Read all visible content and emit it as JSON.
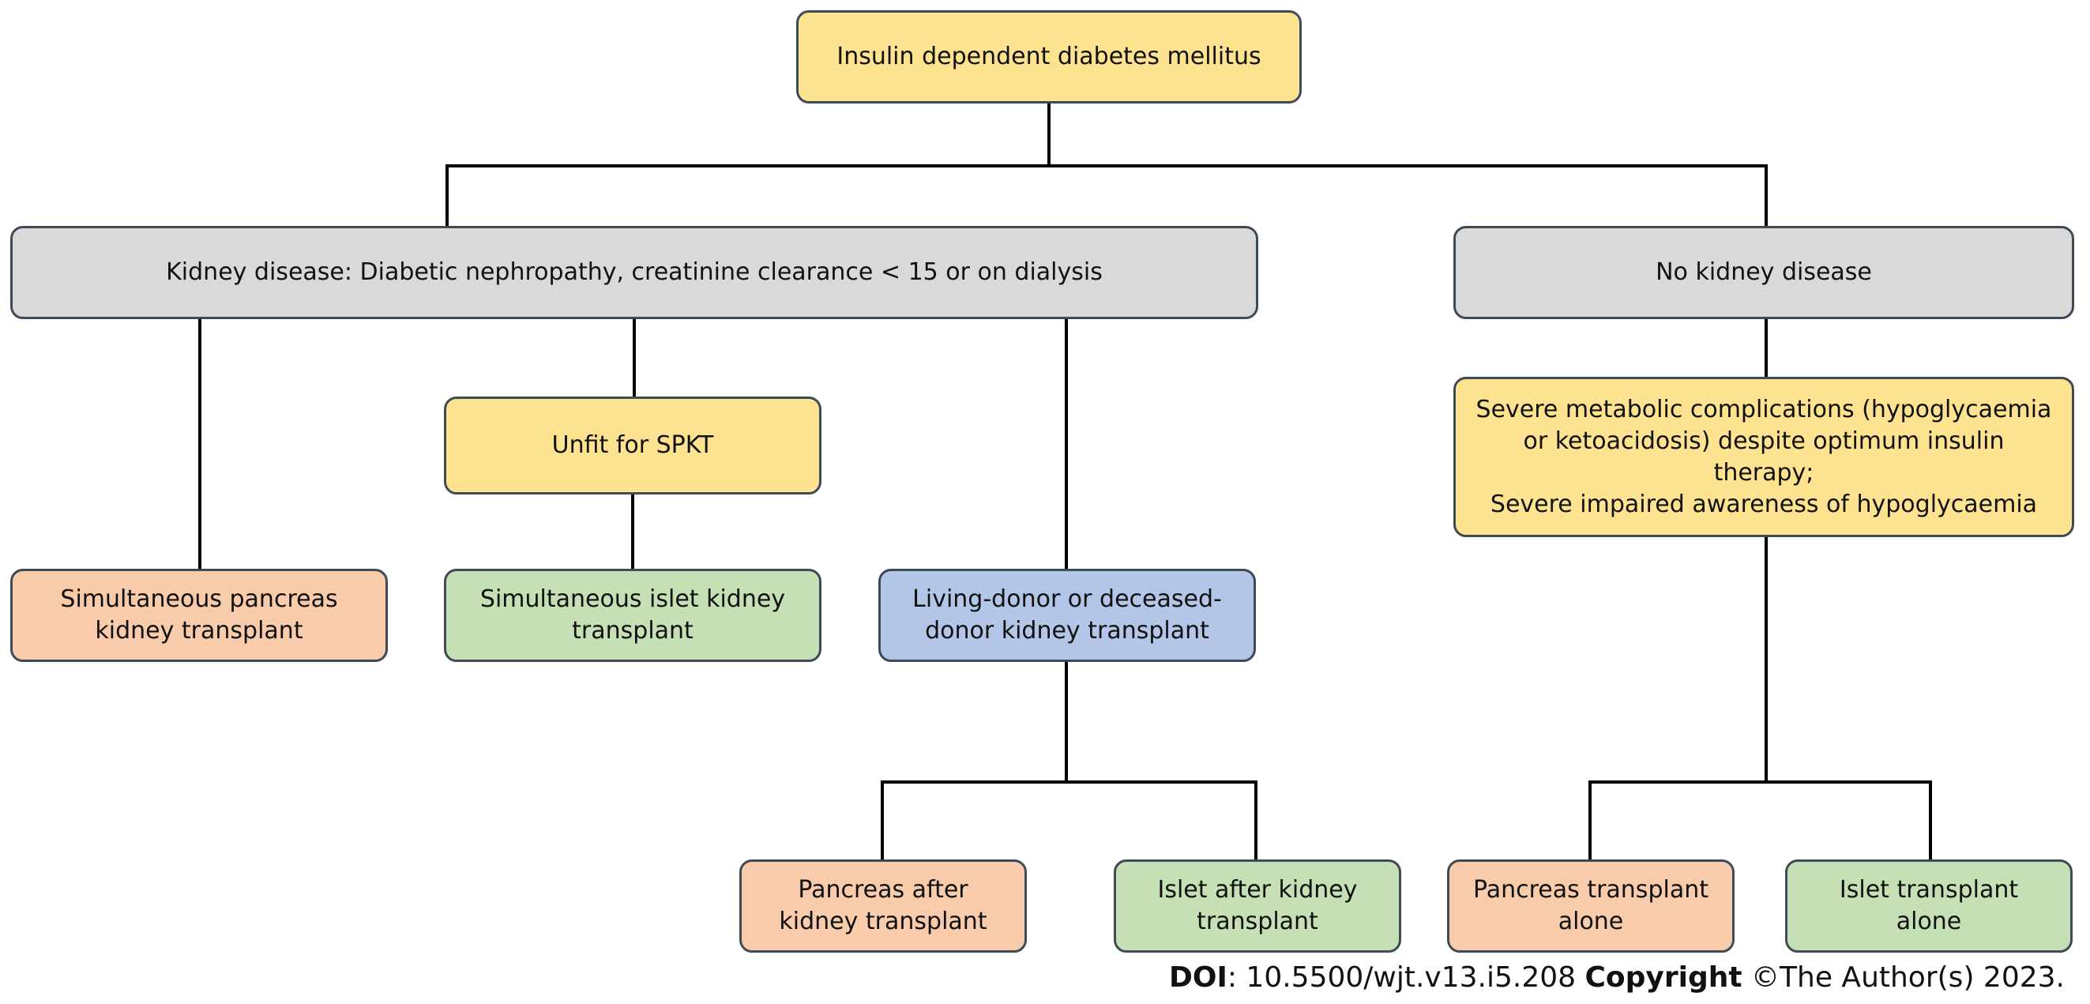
{
  "nodes": {
    "root": "Insulin dependent diabetes mellitus",
    "kidney_disease": "Kidney disease: Diabetic nephropathy, creatinine clearance < 15 or on dialysis",
    "no_kidney_disease": "No kidney disease",
    "unfit_spkt": "Unfit for SPKT",
    "severe_complications": "Severe metabolic complications (hypoglycaemia\nor ketoacidosis) despite optimum insulin\ntherapy;\nSevere impaired awareness of hypoglycaemia",
    "simultaneous_pancreas_kidney": "Simultaneous pancreas\nkidney transplant",
    "simultaneous_islet_kidney": "Simultaneous islet kidney\ntransplant",
    "living_deceased_donor": "Living-donor or deceased-\ndonor kidney transplant",
    "pancreas_after_kidney": "Pancreas after\nkidney transplant",
    "islet_after_kidney": "Islet after kidney\ntransplant",
    "pancreas_alone": "Pancreas transplant\nalone",
    "islet_alone": "Islet transplant\nalone"
  },
  "citation": {
    "doi_label": "DOI",
    "doi_value": ": 10.5500/wjt.v13.i5.208 ",
    "copyright_label": "Copyright",
    "copyright_value": " ©The Author(s) 2023."
  },
  "colors": {
    "yellow": "#fde38f",
    "grey": "#d9d9d9",
    "orange": "#f8cbab",
    "green": "#c5e0b4",
    "blue": "#b3c6e7",
    "border": "#3f4a57",
    "connector": "#000000"
  }
}
